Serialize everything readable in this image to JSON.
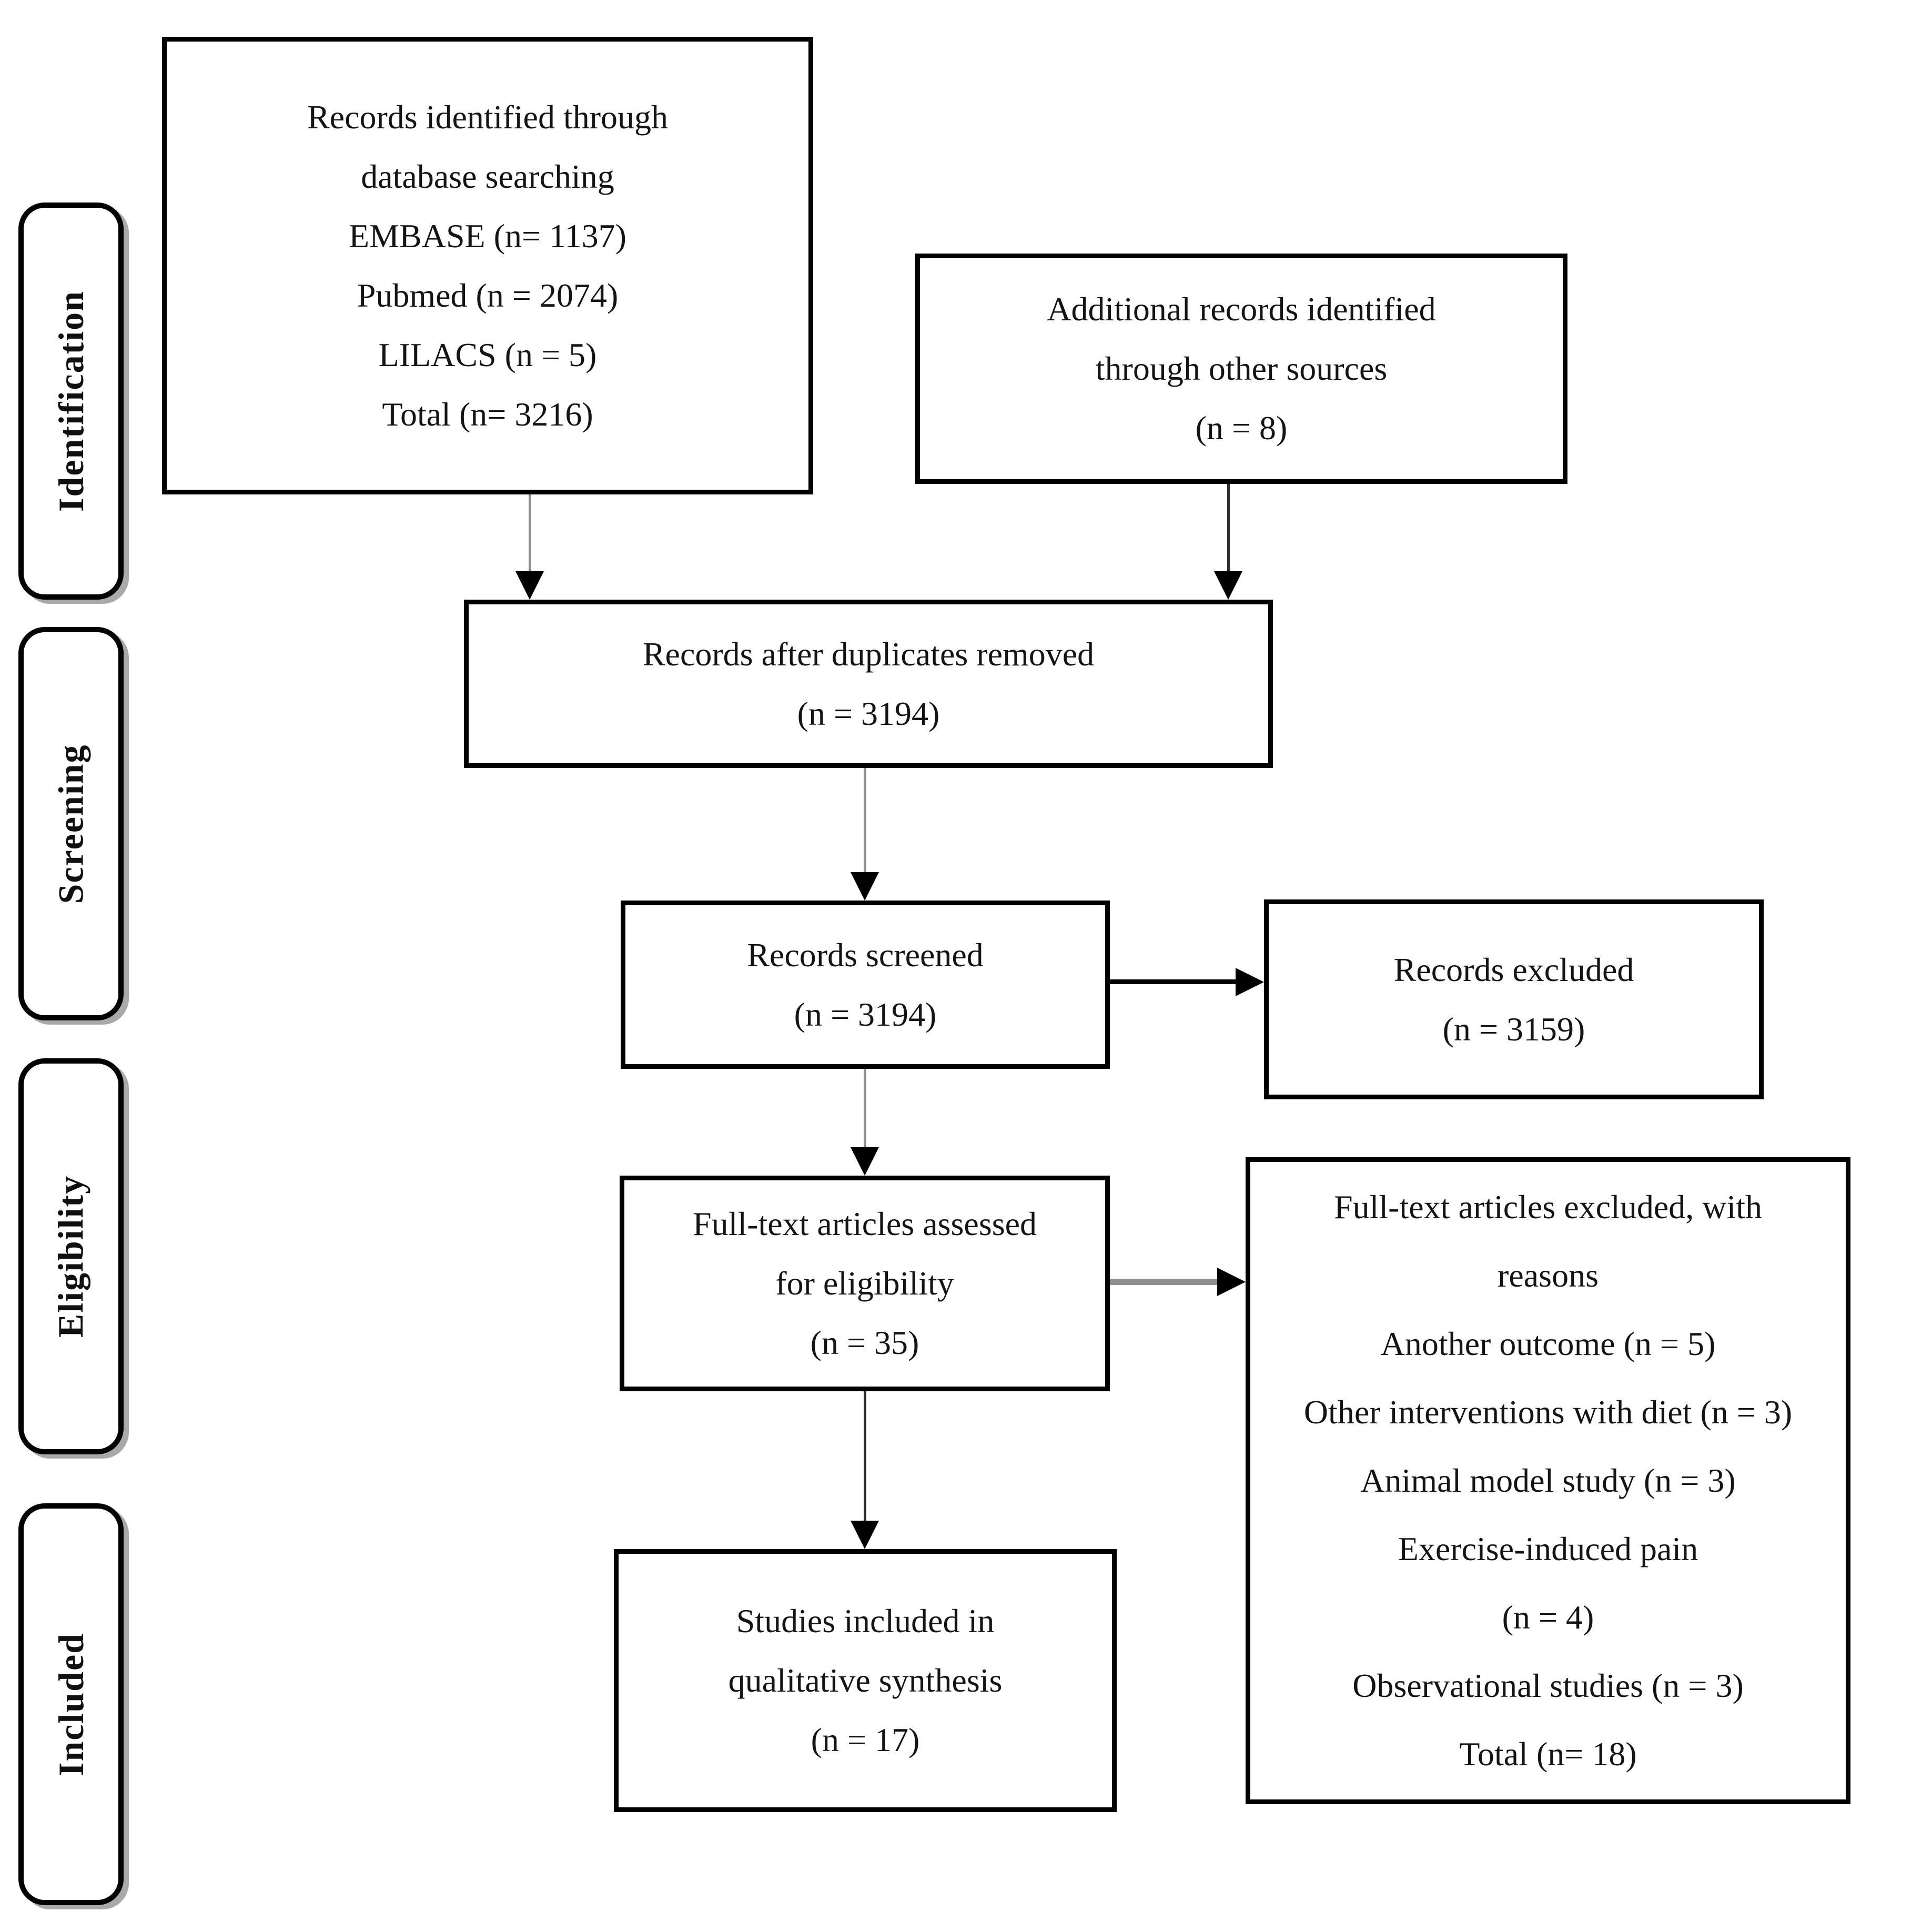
{
  "stages": [
    {
      "label": "Identification"
    },
    {
      "label": "Screening"
    },
    {
      "label": "Eligibility"
    },
    {
      "label": "Included"
    }
  ],
  "boxes": {
    "db_search": {
      "lines": [
        "Records identified through",
        "database searching",
        "EMBASE (n= 1137)",
        "Pubmed (n = 2074)",
        "LILACS (n = 5)",
        "Total (n= 3216)"
      ]
    },
    "other_sources": {
      "lines": [
        "Additional records identified",
        "through other sources",
        "(n = 8)"
      ]
    },
    "duplicates": {
      "lines": [
        "Records after duplicates removed",
        "(n = 3194)"
      ]
    },
    "screened": {
      "lines": [
        "Records screened",
        "(n = 3194)"
      ]
    },
    "excluded": {
      "lines": [
        "Records excluded",
        "(n = 3159)"
      ]
    },
    "fulltext": {
      "lines": [
        "Full-text articles assessed",
        "for eligibility",
        "(n = 35)"
      ]
    },
    "reasons": {
      "lines": [
        "Full-text articles excluded, with",
        "reasons",
        "Another outcome (n = 5)",
        "Other interventions with diet (n = 3)",
        "Animal model study (n = 3)",
        "Exercise-induced pain",
        "(n = 4)",
        "Observational studies (n = 3)",
        "Total (n= 18)"
      ]
    },
    "included": {
      "lines": [
        "Studies included in",
        "qualitative synthesis",
        "(n = 17)"
      ]
    }
  },
  "colors": {
    "box_border": "#000000",
    "arrow_gray": "#8f8f8f",
    "arrow_black": "#2f2f2f",
    "text": "#141414",
    "stage_shadow": "#a9a9a9"
  }
}
